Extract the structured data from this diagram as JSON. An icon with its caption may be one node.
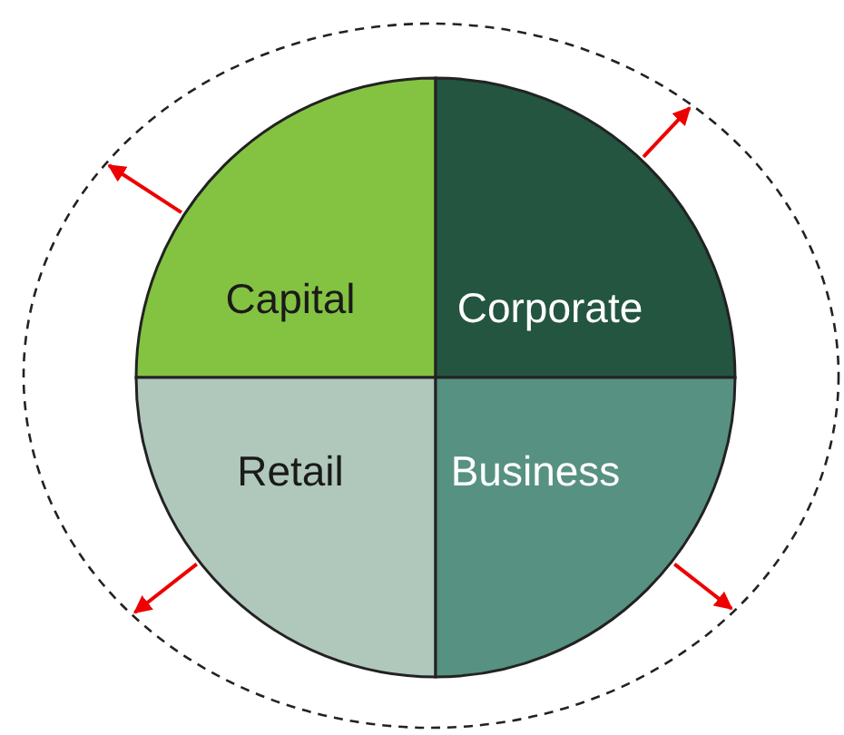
{
  "diagram": {
    "nodes": [
      {
        "text": [],
        "shape": "circle"
      },
      {
        "text": [
          "Capital"
        ],
        "in": 0
      },
      {
        "text": [
          "Corporate"
        ],
        "in": 0
      },
      {
        "text": [
          "Retail"
        ],
        "in": 0
      },
      {
        "text": [
          "Business"
        ],
        "in": 0
      }
    ],
    "edges": [
      {
        "from": 1,
        "to": 0,
        "arrow": "to"
      },
      {
        "from": 2,
        "to": 0,
        "arrow": "to"
      },
      {
        "from": 3,
        "to": 0,
        "arrow": "to"
      },
      {
        "from": 4,
        "to": 0,
        "arrow": "to"
      }
    ]
  }
}
